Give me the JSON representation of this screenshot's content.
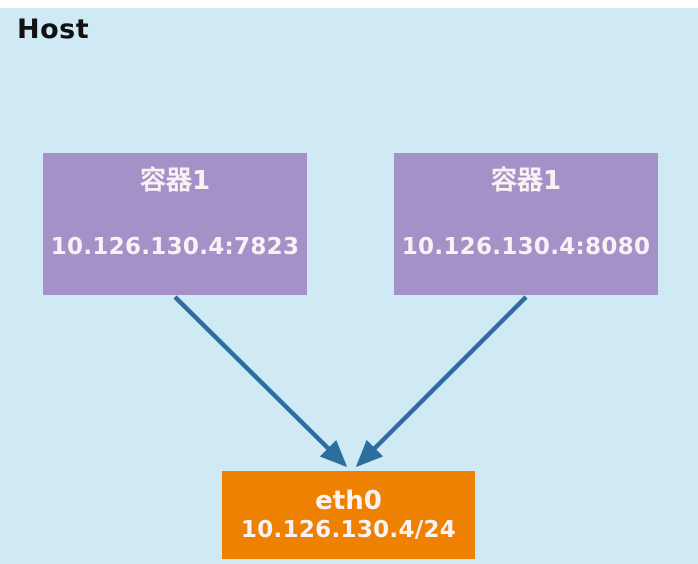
{
  "host": {
    "label": "Host"
  },
  "containers": [
    {
      "title": "容器1",
      "address": "10.126.130.4:7823"
    },
    {
      "title": "容器1",
      "address": "10.126.130.4:8080"
    }
  ],
  "nic": {
    "name": "eth0",
    "address": "10.126.130.4/24"
  },
  "colors": {
    "page_background": "#ffffff",
    "host_background": "#cfe9f5",
    "container_fill": "#a491c8",
    "nic_fill": "#ee8101",
    "arrow": "#2d6e9e",
    "host_text": "#111111",
    "box_text": "#f8f2f4"
  }
}
